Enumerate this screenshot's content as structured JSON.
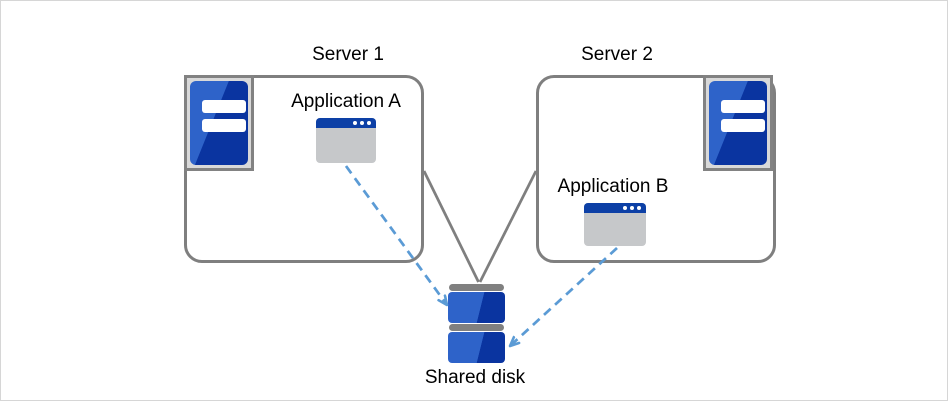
{
  "diagram": {
    "server1": {
      "title": "Server 1",
      "app_label": "Application A"
    },
    "server2": {
      "title": "Server 2",
      "app_label": "Application B"
    },
    "shared_disk_label": "Shared disk"
  },
  "colors": {
    "box-border": "#7f7f7f",
    "line-gray": "#7f7f7f",
    "icon-frame-fill": "#d9d9d9",
    "icon-frame-border": "#828282",
    "blue-light": "#2e63c9",
    "blue-dark": "#0a34a0",
    "titlebar-blue": "#0d40a6",
    "window-body": "#c6c8ca",
    "arrow-blue": "#5b9bd5",
    "bar-gray": "#808080",
    "frame-border": "#d6d6d6",
    "text": "#000000"
  }
}
